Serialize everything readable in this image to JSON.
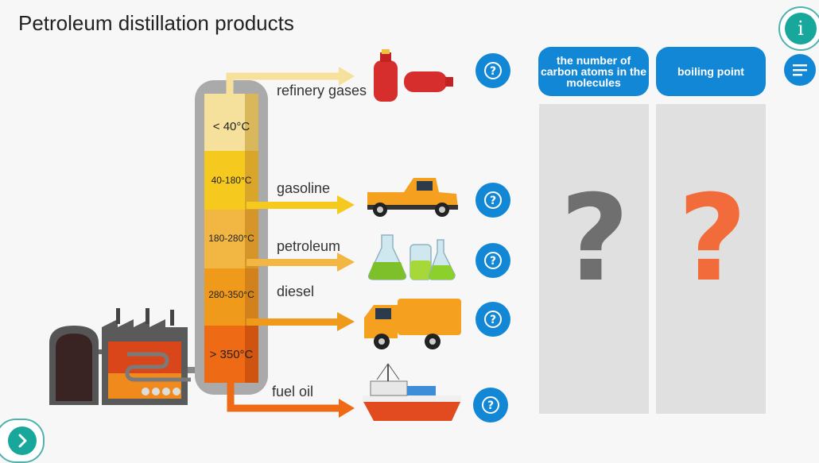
{
  "title": "Petroleum distillation products",
  "products": [
    {
      "label": "refinery gases",
      "temp": "< 40°C"
    },
    {
      "label": "gasoline",
      "temp": "40-180°C"
    },
    {
      "label": "petroleum",
      "temp": "180-280°C"
    },
    {
      "label": "diesel",
      "temp": "280-350°C"
    },
    {
      "label": "fuel oil",
      "temp": "> 350°C"
    }
  ],
  "columns": [
    {
      "header": "the number of carbon atoms in the molecules"
    },
    {
      "header": "boiling point"
    }
  ],
  "icons": {
    "help": "question-circle-icon",
    "info": "info-icon",
    "menu": "menu-lines-icon",
    "next": "chevron-right-icon"
  },
  "colors": {
    "accent": "#1287d6",
    "teal": "#17a79b",
    "gray_question": "#6f6f6f",
    "orange_question": "#f26b3a"
  }
}
